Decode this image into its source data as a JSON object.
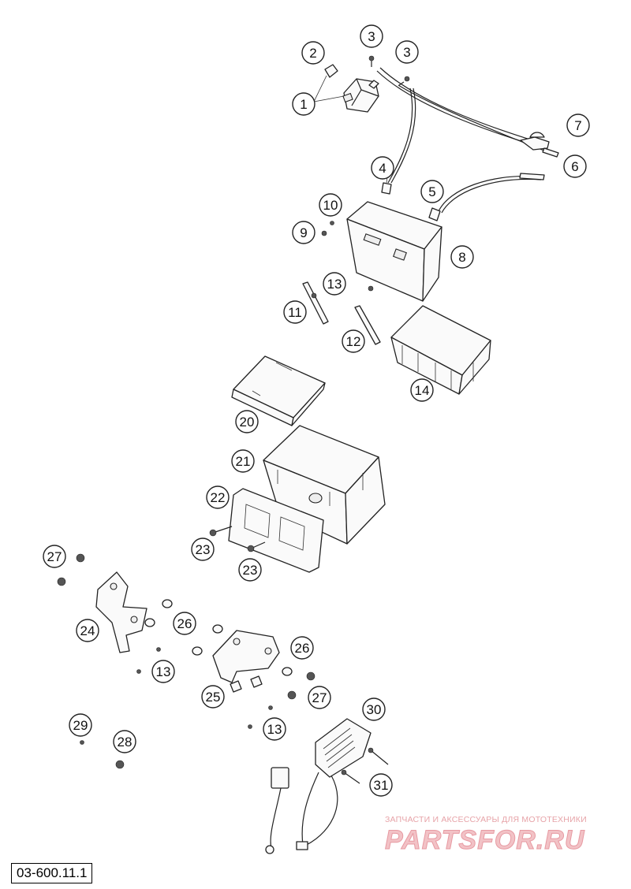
{
  "diagram": {
    "reference_code": "03-600.11.1",
    "watermark": {
      "caption": "ЗАПЧАСТИ И АКСЕССУАРЫ ДЛЯ МОТОТЕХНИКИ",
      "logo": "PARTSFOR.RU"
    },
    "callouts": [
      {
        "id": "c1",
        "label": "1"
      },
      {
        "id": "c2",
        "label": "2"
      },
      {
        "id": "c3a",
        "label": "3"
      },
      {
        "id": "c3b",
        "label": "3"
      },
      {
        "id": "c4",
        "label": "4"
      },
      {
        "id": "c5",
        "label": "5"
      },
      {
        "id": "c6",
        "label": "6"
      },
      {
        "id": "c7",
        "label": "7"
      },
      {
        "id": "c8",
        "label": "8"
      },
      {
        "id": "c9",
        "label": "9"
      },
      {
        "id": "c10",
        "label": "10"
      },
      {
        "id": "c11",
        "label": "11"
      },
      {
        "id": "c12",
        "label": "12"
      },
      {
        "id": "c13a",
        "label": "13"
      },
      {
        "id": "c14",
        "label": "14"
      },
      {
        "id": "c20",
        "label": "20"
      },
      {
        "id": "c21",
        "label": "21"
      },
      {
        "id": "c22",
        "label": "22"
      },
      {
        "id": "c23a",
        "label": "23"
      },
      {
        "id": "c23b",
        "label": "23"
      },
      {
        "id": "c27a",
        "label": "27"
      },
      {
        "id": "c24",
        "label": "24"
      },
      {
        "id": "c26a",
        "label": "26"
      },
      {
        "id": "c26b",
        "label": "26"
      },
      {
        "id": "c13b",
        "label": "13"
      },
      {
        "id": "c25",
        "label": "25"
      },
      {
        "id": "c27b",
        "label": "27"
      },
      {
        "id": "c13c",
        "label": "13"
      },
      {
        "id": "c29",
        "label": "29"
      },
      {
        "id": "c28",
        "label": "28"
      },
      {
        "id": "c30",
        "label": "30"
      },
      {
        "id": "c31",
        "label": "31"
      }
    ]
  }
}
